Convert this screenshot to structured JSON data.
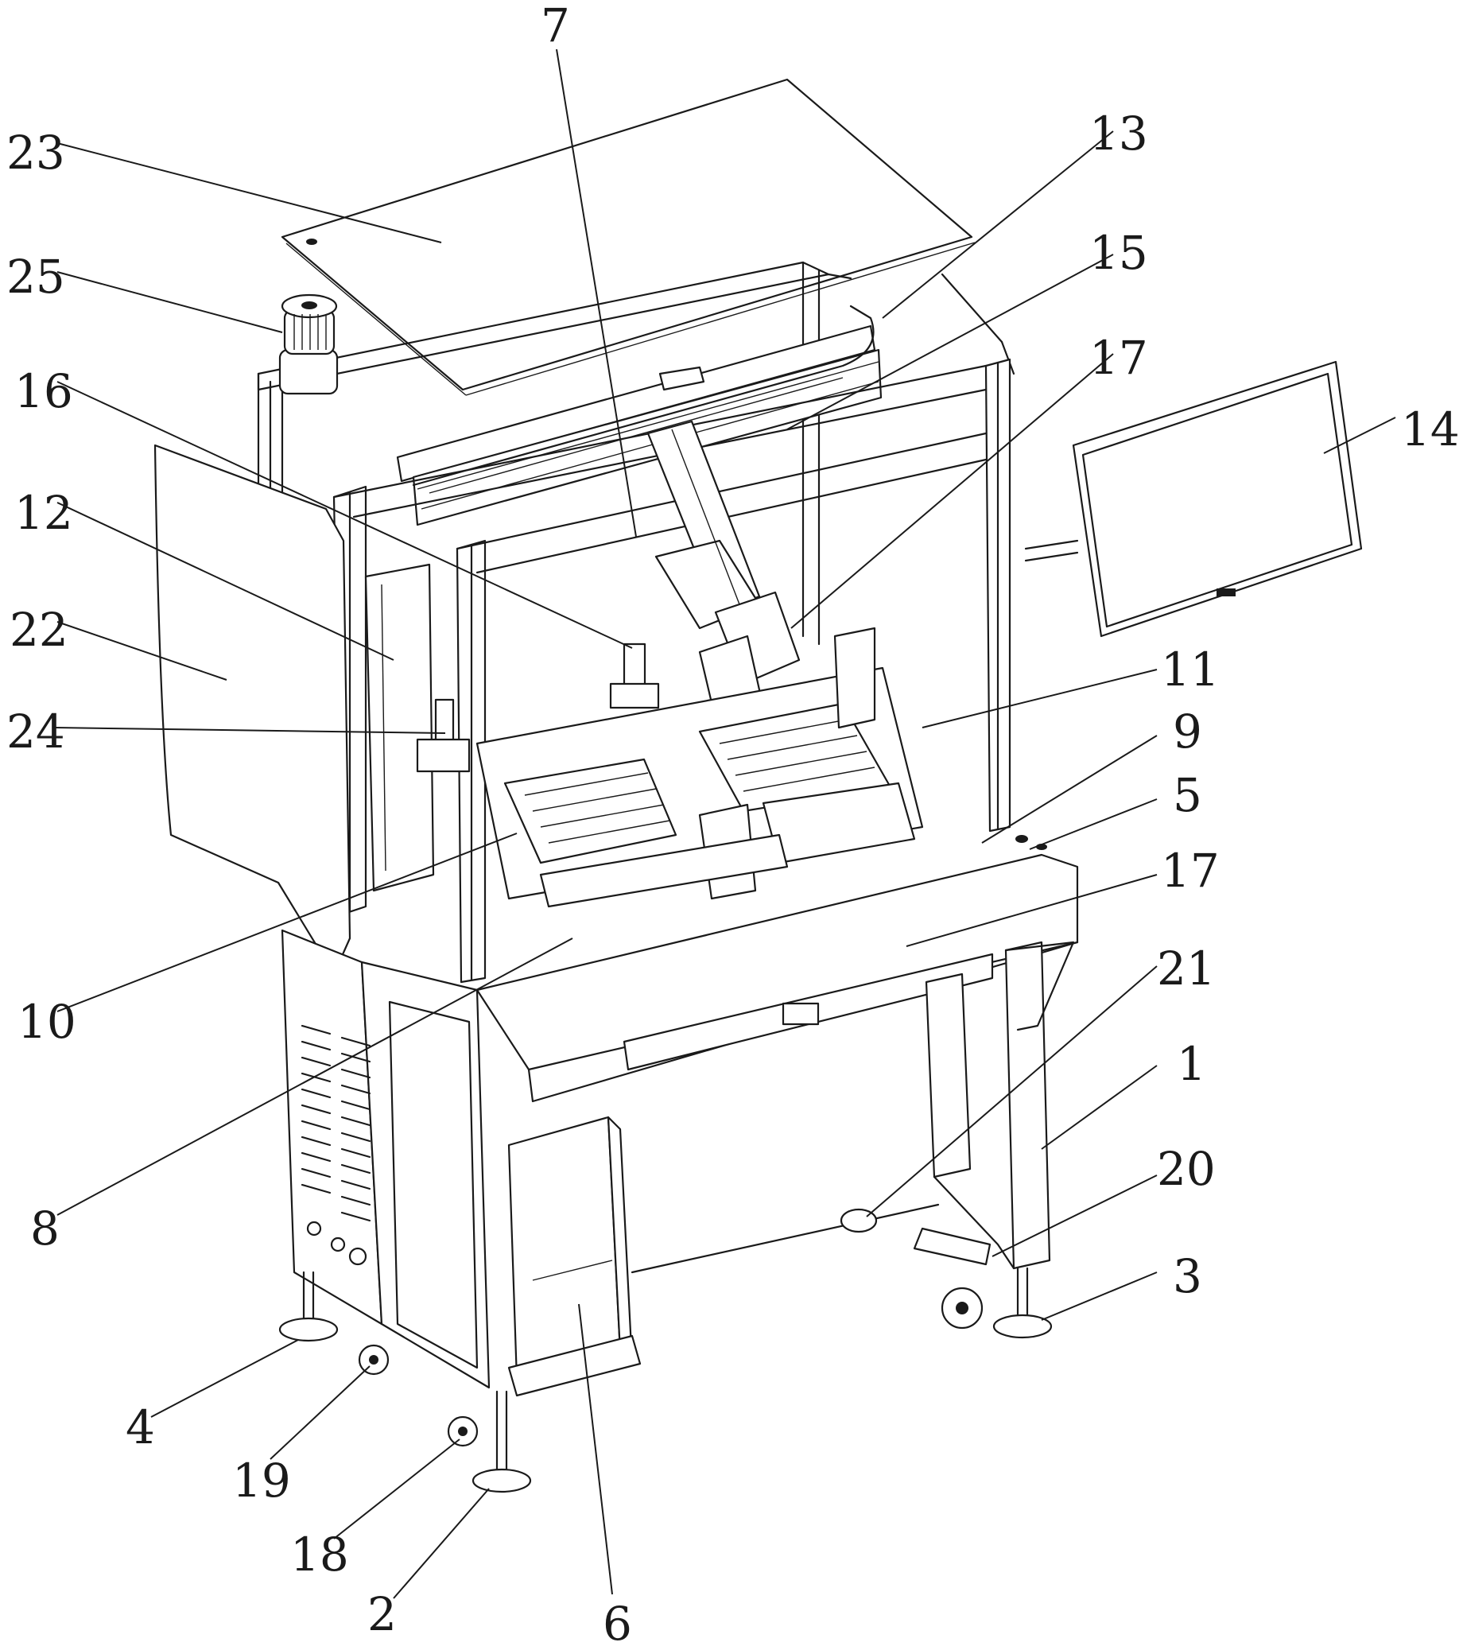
{
  "callouts": [
    {
      "id": "c7",
      "label": "7"
    },
    {
      "id": "c23",
      "label": "23"
    },
    {
      "id": "c13",
      "label": "13"
    },
    {
      "id": "c25",
      "label": "25"
    },
    {
      "id": "c15",
      "label": "15"
    },
    {
      "id": "c16",
      "label": "16"
    },
    {
      "id": "c17a",
      "label": "17"
    },
    {
      "id": "c14",
      "label": "14"
    },
    {
      "id": "c12",
      "label": "12"
    },
    {
      "id": "c22",
      "label": "22"
    },
    {
      "id": "c11",
      "label": "11"
    },
    {
      "id": "c24",
      "label": "24"
    },
    {
      "id": "c9",
      "label": "9"
    },
    {
      "id": "c5",
      "label": "5"
    },
    {
      "id": "c17b",
      "label": "17"
    },
    {
      "id": "c21",
      "label": "21"
    },
    {
      "id": "c10",
      "label": "10"
    },
    {
      "id": "c1",
      "label": "1"
    },
    {
      "id": "c20",
      "label": "20"
    },
    {
      "id": "c8",
      "label": "8"
    },
    {
      "id": "c3",
      "label": "3"
    },
    {
      "id": "c4",
      "label": "4"
    },
    {
      "id": "c19",
      "label": "19"
    },
    {
      "id": "c18",
      "label": "18"
    },
    {
      "id": "c2",
      "label": "2"
    },
    {
      "id": "c6",
      "label": "6"
    }
  ]
}
